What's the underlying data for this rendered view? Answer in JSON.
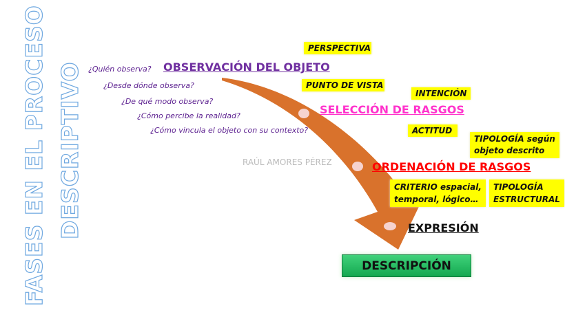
{
  "title_line1": "FASES EN EL PROCESO",
  "title_line2": "DESCRIPTIVO",
  "author": "RAÚL AMORES PÉREZ",
  "questions": [
    "¿Quién observa?",
    "¿Desde dónde observa?",
    "¿De qué modo observa?",
    "¿Cómo percibe  la realidad?",
    "¿Cómo vincula el objeto con su contexto?"
  ],
  "phases": {
    "observacion": "OBSERVACIÓN DEL OBJETO",
    "seleccion": "SELECCIÓN DE RASGOS",
    "ordenacion": "ORDENACIÓN DE RASGOS",
    "expresion": "EXPRESIÓN"
  },
  "notes": {
    "perspectiva": "PERSPECTIVA",
    "punto_vista": "PUNTO DE VISTA",
    "intencion": "INTENCIÓN",
    "actitud": "ACTITUD",
    "tipologia_objeto_1": "TIPOLOGÍA según",
    "tipologia_objeto_2": "objeto descrito",
    "criterio_1": "CRITERIO espacial,",
    "criterio_2": "temporal, lógico…",
    "tipologia_estructural_1": "TIPOLOGÍA",
    "tipologia_estructural_2": "ESTRUCTURAL"
  },
  "result": "DESCRIPCIÓN",
  "colors": {
    "arrow": "#d9722c",
    "observacion": "#7030a0",
    "seleccion": "#ff33cc",
    "ordenacion": "#ff0000",
    "highlight": "#ffff00",
    "result": "#22b85a"
  }
}
